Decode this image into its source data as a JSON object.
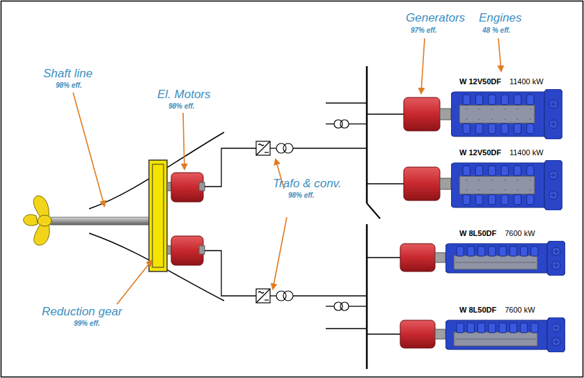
{
  "diagram": {
    "nodes": [
      {
        "text": [
          "W 12V50DF",
          "11400 kW"
        ]
      },
      {
        "text": [
          "W 12V50DF",
          "11400 kW"
        ]
      },
      {
        "text": [
          "W 8L50DF",
          "7600 kW"
        ]
      },
      {
        "text": [
          "W 8L50DF",
          "7600 kW"
        ]
      }
    ],
    "labels": [
      "Shaft line",
      "98% eff.",
      "El. Motors",
      "98% eff.",
      "Trafo & conv.",
      "98% eff.",
      "Generators",
      "97% eff.",
      "Engines",
      "48 % eff.",
      "Reduction gear",
      "99% eff."
    ]
  }
}
